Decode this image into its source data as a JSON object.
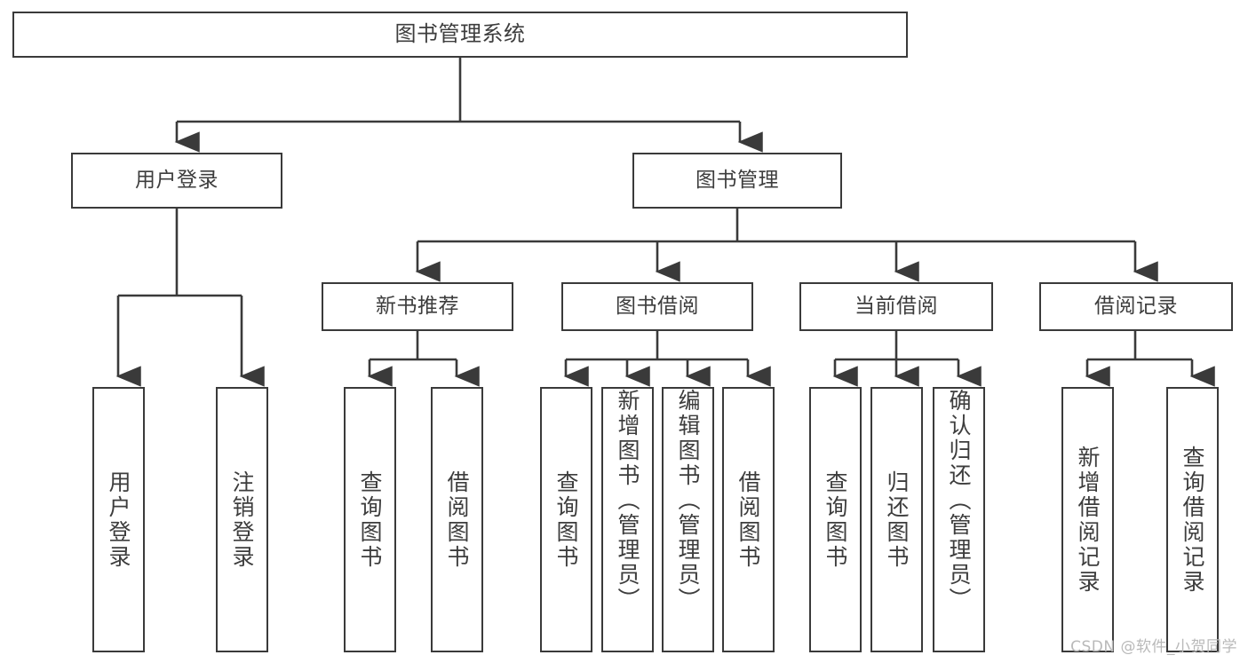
{
  "diagram": {
    "type": "tree-hierarchy",
    "title": "图书管理系统",
    "watermark": "CSDN @软件_小贺同学",
    "colors": {
      "box_border": "#3a3a3a",
      "box_fill": "#ffffff",
      "edge": "#3a3a3a",
      "text": "#3d3d3d",
      "watermark": "#b9b9b9",
      "background": "#ffffff"
    },
    "nodes": {
      "root": {
        "label": "图书管理系统"
      },
      "level2": [
        {
          "label": "用户登录"
        },
        {
          "label": "图书管理"
        }
      ],
      "level3": [
        {
          "label": "新书推荐"
        },
        {
          "label": "图书借阅"
        },
        {
          "label": "当前借阅"
        },
        {
          "label": "借阅记录"
        }
      ],
      "leaves": {
        "user_login": [
          {
            "label": "用户登录"
          },
          {
            "label": "注销登录"
          }
        ],
        "new_book_recommend": [
          {
            "label": "查询图书"
          },
          {
            "label": "借阅图书"
          }
        ],
        "book_borrow": [
          {
            "label": "查询图书"
          },
          {
            "label": "新增图书（管理员）"
          },
          {
            "label": "编辑图书（管理员）"
          },
          {
            "label": "借阅图书"
          }
        ],
        "current_borrow": [
          {
            "label": "查询图书"
          },
          {
            "label": "归还图书"
          },
          {
            "label": "确认归还（管理员）"
          }
        ],
        "borrow_record": [
          {
            "label": "新增借阅记录"
          },
          {
            "label": "查询借阅记录"
          }
        ]
      }
    }
  }
}
